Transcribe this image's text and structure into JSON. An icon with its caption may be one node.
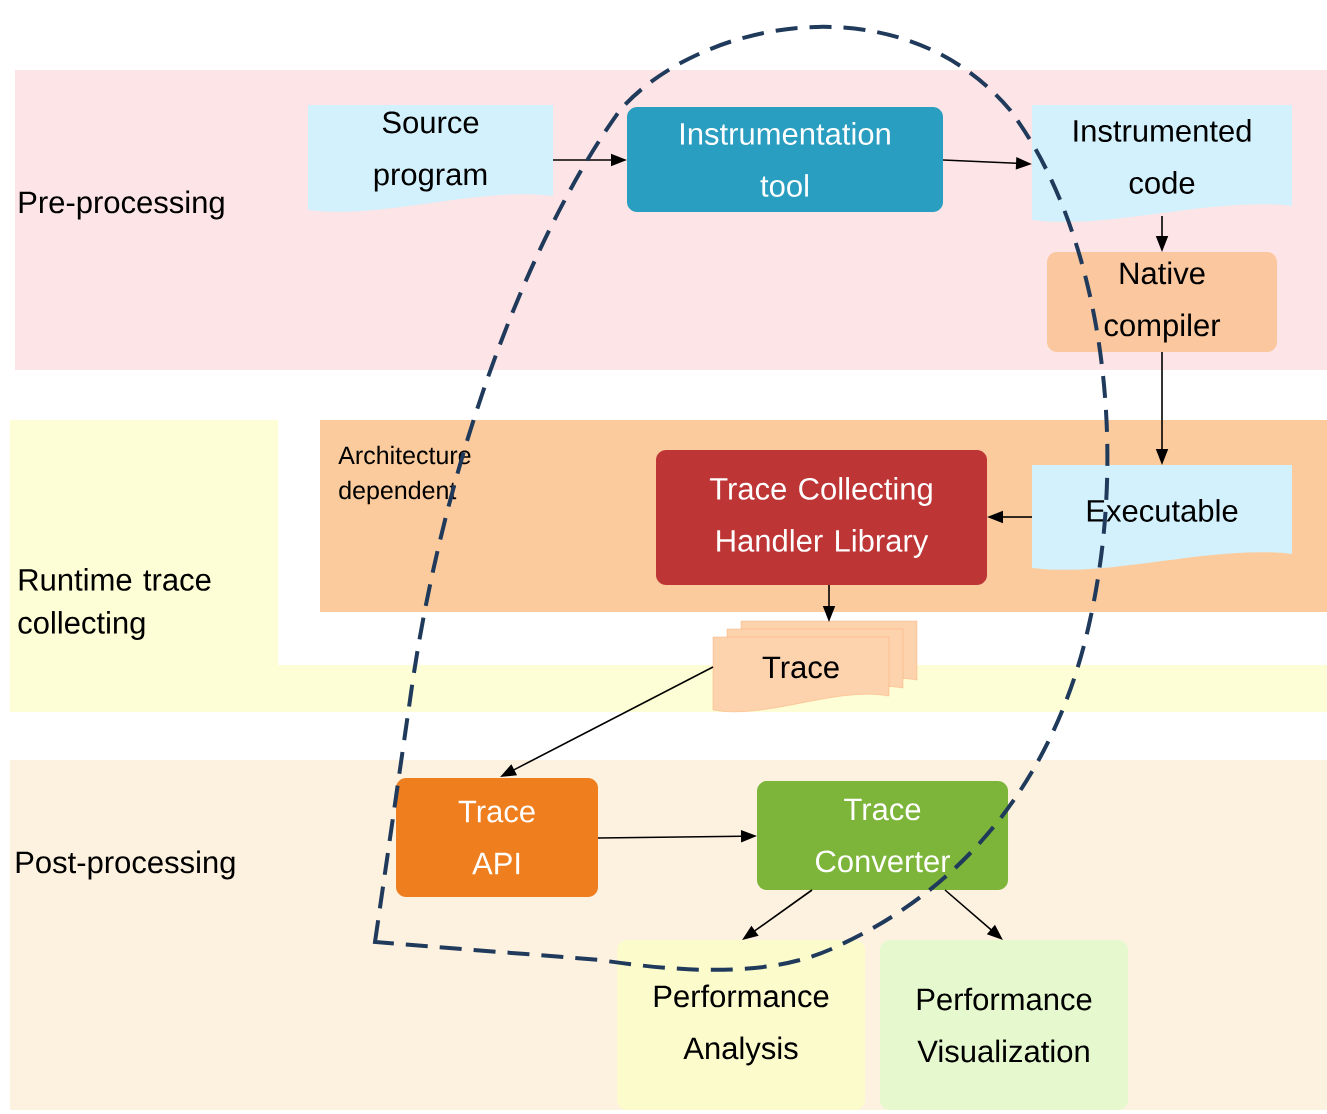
{
  "diagram": {
    "nodes": [
      {
        "text": [
          "Pre-processing"
        ]
      },
      {
        "text": [
          "Runtime trace collecting"
        ]
      },
      {
        "text": [
          "Architecture dependent"
        ],
        "in": 1
      },
      {
        "text": [
          "Post-processing"
        ]
      },
      {
        "text": [
          "Source program"
        ],
        "in": 0
      },
      {
        "text": [
          "Instrumentation tool"
        ],
        "in": 0
      },
      {
        "text": [
          "Instrumented code"
        ],
        "in": 0
      },
      {
        "text": [
          "Native compiler"
        ],
        "in": 0
      },
      {
        "text": [
          "Executable"
        ],
        "in": 2
      },
      {
        "text": [
          "Trace Collecting Handler Library"
        ],
        "in": 2
      },
      {
        "text": [
          "Trace"
        ],
        "in": 1
      },
      {
        "text": [
          "Trace API"
        ],
        "in": 3
      },
      {
        "text": [
          "Trace Converter"
        ],
        "in": 3
      },
      {
        "text": [
          "Performance Analysis"
        ],
        "in": 3
      },
      {
        "text": [
          "Performance Visualization"
        ],
        "in": 3
      }
    ],
    "edges": [
      {
        "from": 4,
        "to": 5,
        "arrow": "to"
      },
      {
        "from": 5,
        "to": 6,
        "arrow": "to"
      },
      {
        "from": 6,
        "to": 7,
        "arrow": "to"
      },
      {
        "from": 7,
        "to": 8,
        "arrow": "to"
      },
      {
        "from": 8,
        "to": 9,
        "arrow": "to"
      },
      {
        "from": 9,
        "to": 10,
        "arrow": "to"
      },
      {
        "from": 10,
        "to": 11,
        "arrow": "to"
      },
      {
        "from": 11,
        "to": 12,
        "arrow": "to"
      },
      {
        "from": 12,
        "to": 13,
        "arrow": "to"
      },
      {
        "from": 12,
        "to": 14,
        "arrow": "to"
      }
    ]
  }
}
